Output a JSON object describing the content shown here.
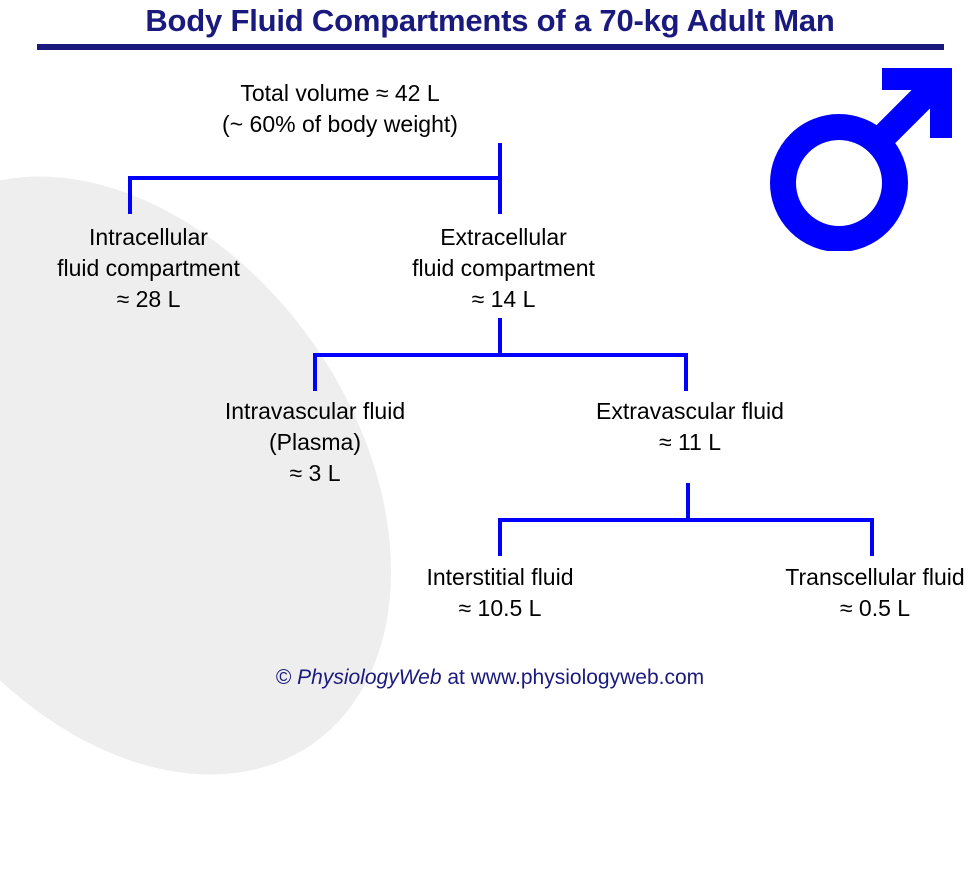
{
  "title": {
    "text": "Body Fluid Compartments of a 70-kg Adult Man",
    "color": "#1a1a7e"
  },
  "colors": {
    "title": "#1a1a7e",
    "connector": "#0000ff",
    "symbol": "#0000ff",
    "highlight_ellipse": "#eeeeee",
    "node_text": "#000000",
    "footer": "#1a1a7e"
  },
  "symbol": {
    "name": "male-mars-symbol",
    "color": "#0000ff"
  },
  "nodes": {
    "total": {
      "line1": "Total volume ≈ 42 L",
      "line2": "(~ 60% of body weight)",
      "volume_L": 42,
      "percent_body_weight": 60
    },
    "intracellular": {
      "line1": "Intracellular",
      "line2": "fluid compartment",
      "line3": "≈ 28 L",
      "volume_L": 28
    },
    "extracellular": {
      "line1": "Extracellular",
      "line2": "fluid compartment",
      "line3": "≈ 14 L",
      "volume_L": 14
    },
    "intravascular": {
      "line1": "Intravascular fluid",
      "line2": "(Plasma)",
      "line3": "≈ 3 L",
      "volume_L": 3
    },
    "extravascular": {
      "line1": "Extravascular fluid",
      "line2": "≈ 11 L",
      "volume_L": 11
    },
    "interstitial": {
      "line1": "Interstitial fluid",
      "line2": "≈ 10.5 L",
      "volume_L": 10.5
    },
    "transcellular": {
      "line1": "Transcellular fluid",
      "line2": "≈ 0.5 L",
      "volume_L": 0.5
    }
  },
  "footer": {
    "copyright": "© ",
    "brand": "PhysiologyWeb",
    "suffix": " at www.physiologyweb.com"
  }
}
